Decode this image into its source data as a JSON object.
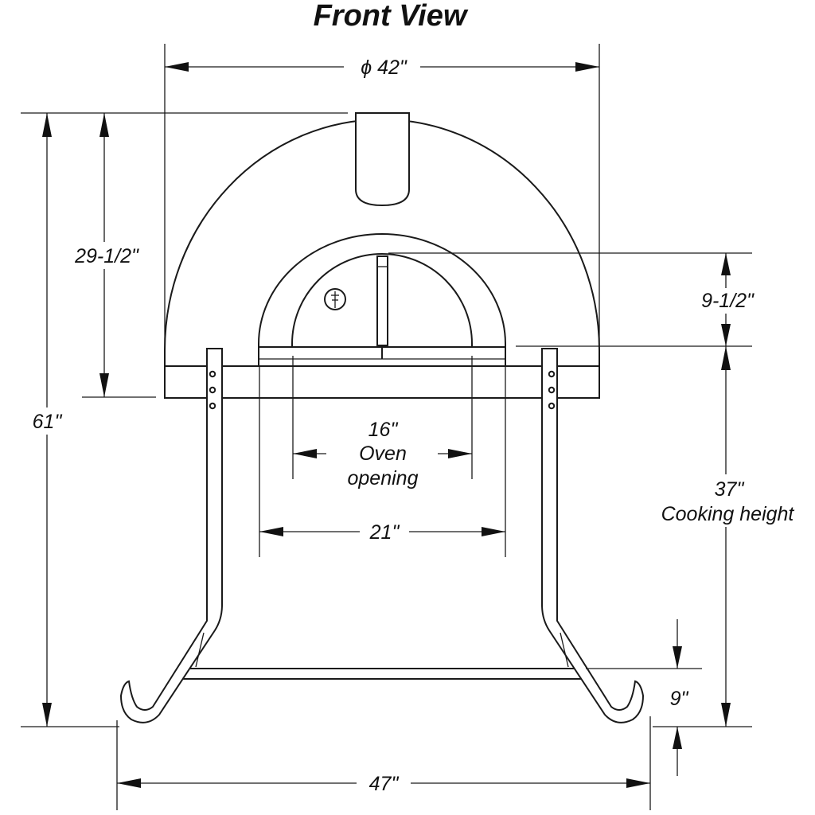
{
  "title": "Front View",
  "dimensions": {
    "diameter": "ϕ 42\"",
    "overall_height": "61\"",
    "dome_height": "29-1/2\"",
    "opening_height": "9-1/2\"",
    "oven_opening_value": "16\"",
    "oven_opening_line1": "Oven",
    "oven_opening_line2": "opening",
    "inner_width": "21\"",
    "cooking_height_value": "37\"",
    "cooking_height_label": "Cooking height",
    "foot_height": "9\"",
    "stand_width": "47\""
  }
}
